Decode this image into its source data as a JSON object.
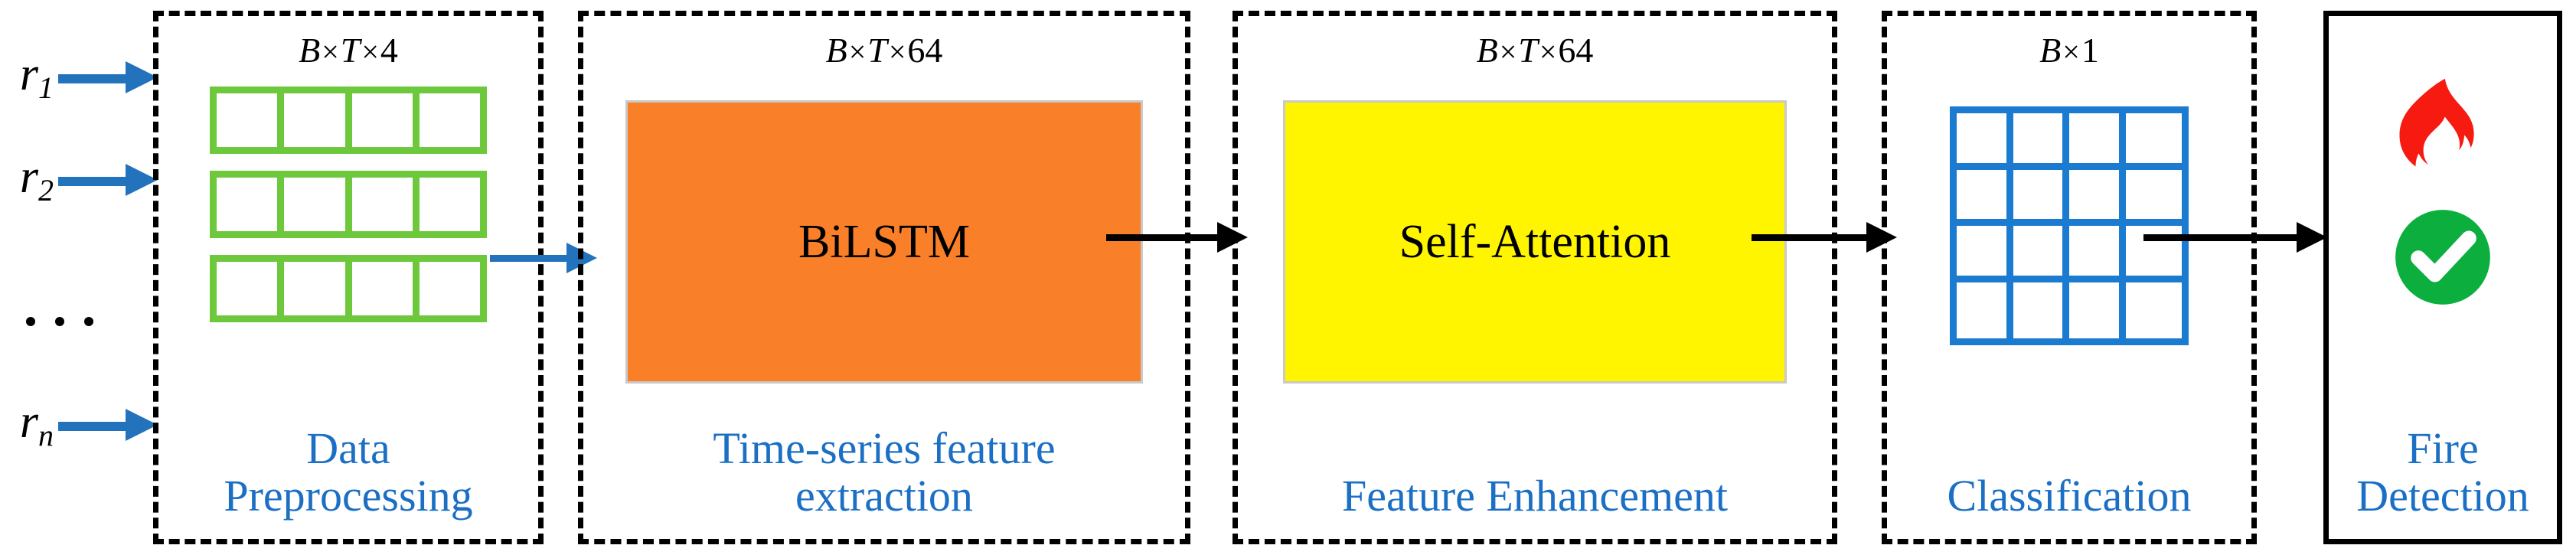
{
  "inputs": {
    "rows": [
      {
        "label": "r",
        "sub": "1",
        "name": "input-r1"
      },
      {
        "label": "r",
        "sub": "2",
        "name": "input-r2"
      },
      {
        "label": "r",
        "sub": "n",
        "name": "input-rn"
      }
    ],
    "ellipsis": "..."
  },
  "stages": [
    {
      "id": "data-preprocessing",
      "shape_a": "B",
      "shape_x1": "×",
      "shape_b": "T",
      "shape_x2": "×",
      "shape_c": "4",
      "caption": "Data\nPreprocessing",
      "border": "dashed",
      "grid_rows": 3,
      "grid_cols": 4,
      "grid_color": "#6DC83C"
    },
    {
      "id": "time-series-feature-extraction",
      "shape_a": "B",
      "shape_x1": "×",
      "shape_b": "T",
      "shape_x2": "×",
      "shape_c": "64",
      "block_label": "BiLSTM",
      "block_color": "#F97F28",
      "caption": "Time-series feature\nextraction",
      "border": "dashed"
    },
    {
      "id": "feature-enhancement",
      "shape_a": "B",
      "shape_x1": "×",
      "shape_b": "T",
      "shape_x2": "×",
      "shape_c": "64",
      "block_label": "Self-Attention",
      "block_color": "#FFF500",
      "caption": "Feature  Enhancement",
      "border": "dashed"
    },
    {
      "id": "classification",
      "shape_a": "B",
      "shape_x1": "×",
      "shape_b": "",
      "shape_x2": "",
      "shape_c": "1",
      "caption": "Classification",
      "border": "dashed",
      "grid_rows": 4,
      "grid_cols": 4,
      "grid_color": "#1B7BD0"
    },
    {
      "id": "fire-detection",
      "caption": "Fire\nDetection",
      "border": "solid",
      "icons": [
        "flame-icon",
        "check-circle-icon"
      ]
    }
  ],
  "colors": {
    "input_arrow": "#2272BC",
    "caption_text": "#1B6FC4",
    "flame": "#F61A11",
    "check_circle": "#0CAF3E",
    "panel_border": "#000000"
  }
}
